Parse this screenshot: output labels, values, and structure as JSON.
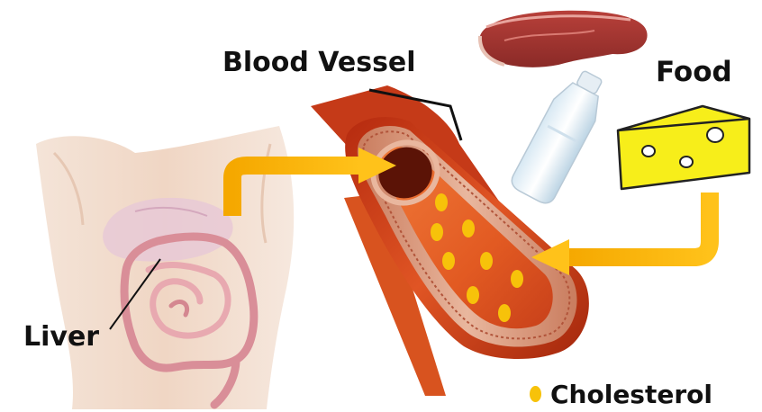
{
  "labels": {
    "blood_vessel": "Blood Vessel",
    "food": "Food",
    "liver": "Liver"
  },
  "legend": {
    "cholesterol": "Cholesterol"
  },
  "icons": [
    "torso-icon",
    "liver-icon",
    "intestine-icon",
    "blood-vessel-icon",
    "cholesterol-particle-icon",
    "steak-icon",
    "milk-bottle-icon",
    "cheese-icon",
    "arrow-icon"
  ],
  "colors": {
    "arrow": "#f7b500",
    "cholesterol": "#f7c20a",
    "vessel": "#d84a1f",
    "cheese": "#f7ee1a",
    "skin": "#f1d9c9",
    "intestine": "#e8a9b0"
  }
}
